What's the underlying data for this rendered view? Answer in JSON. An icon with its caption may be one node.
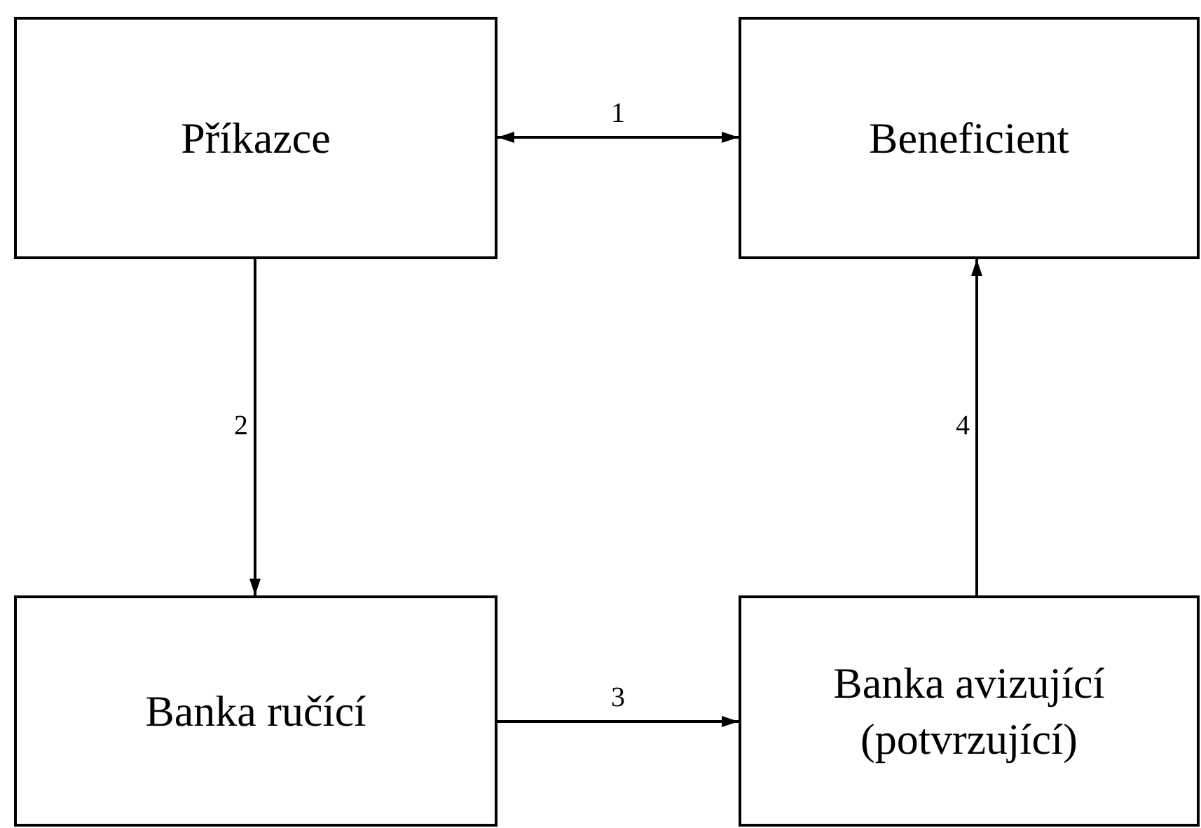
{
  "diagram": {
    "nodes": [
      {
        "text": [
          "Příkazce"
        ]
      },
      {
        "text": [
          "Beneficient"
        ]
      },
      {
        "text": [
          "Banka ručící"
        ]
      },
      {
        "text": [
          "Banka avizující (potvrzující)"
        ]
      }
    ],
    "edges": [
      {
        "from": 0,
        "to": 1,
        "arrow": "both",
        "label": "1"
      },
      {
        "from": 0,
        "to": 2,
        "arrow": "to",
        "label": "2"
      },
      {
        "from": 2,
        "to": 3,
        "arrow": "to",
        "label": "3"
      },
      {
        "from": 3,
        "to": 1,
        "arrow": "to",
        "label": "4"
      }
    ]
  }
}
